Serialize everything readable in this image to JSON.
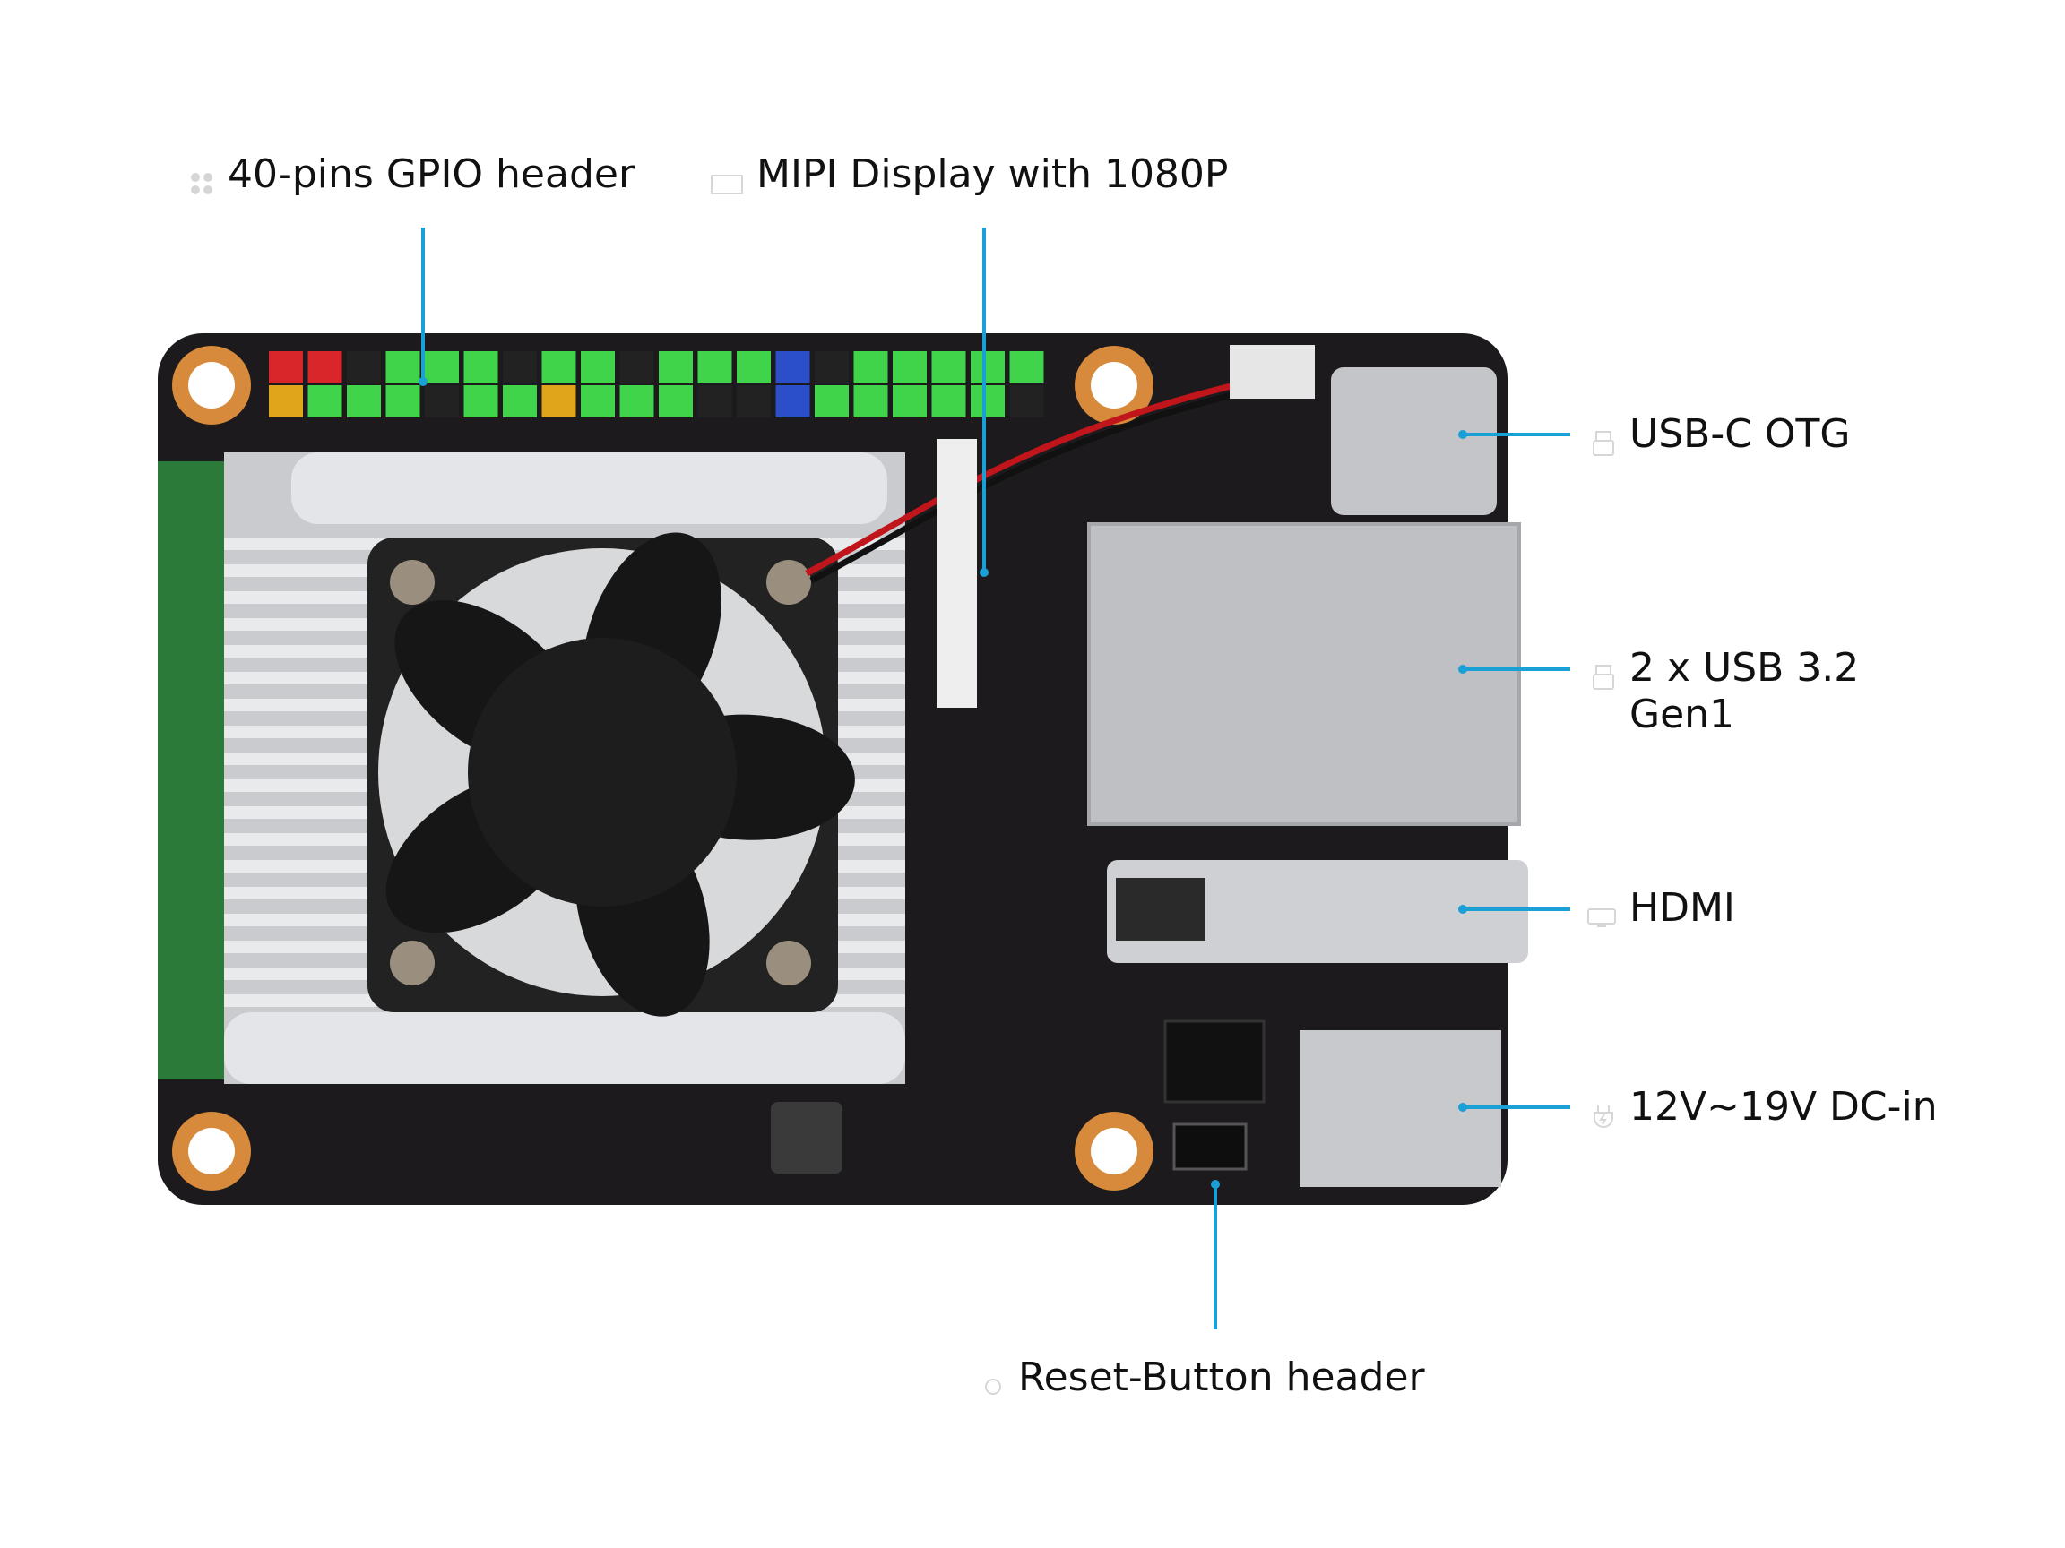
{
  "callouts": {
    "gpio": {
      "label": "40-pins GPIO header",
      "icon": "pin-grid-icon"
    },
    "mipi": {
      "label": "MIPI Display with 1080P",
      "icon": "display-rect-icon"
    },
    "usbc": {
      "label": "USB-C OTG",
      "icon": "usb-icon"
    },
    "usb3": {
      "label_line1": "2 x USB 3.2",
      "label_line2": "Gen1",
      "icon": "usb-icon"
    },
    "hdmi": {
      "label": "HDMI",
      "icon": "monitor-icon"
    },
    "dc": {
      "label": "12V~19V DC-in",
      "icon": "power-plug-icon"
    },
    "reset": {
      "label": "Reset-Button header",
      "icon": "circle-icon"
    }
  },
  "colors": {
    "leader_line": "#1a9fd6",
    "pcb": "#1c1a1d",
    "icon_gray": "#d6d6d6"
  }
}
